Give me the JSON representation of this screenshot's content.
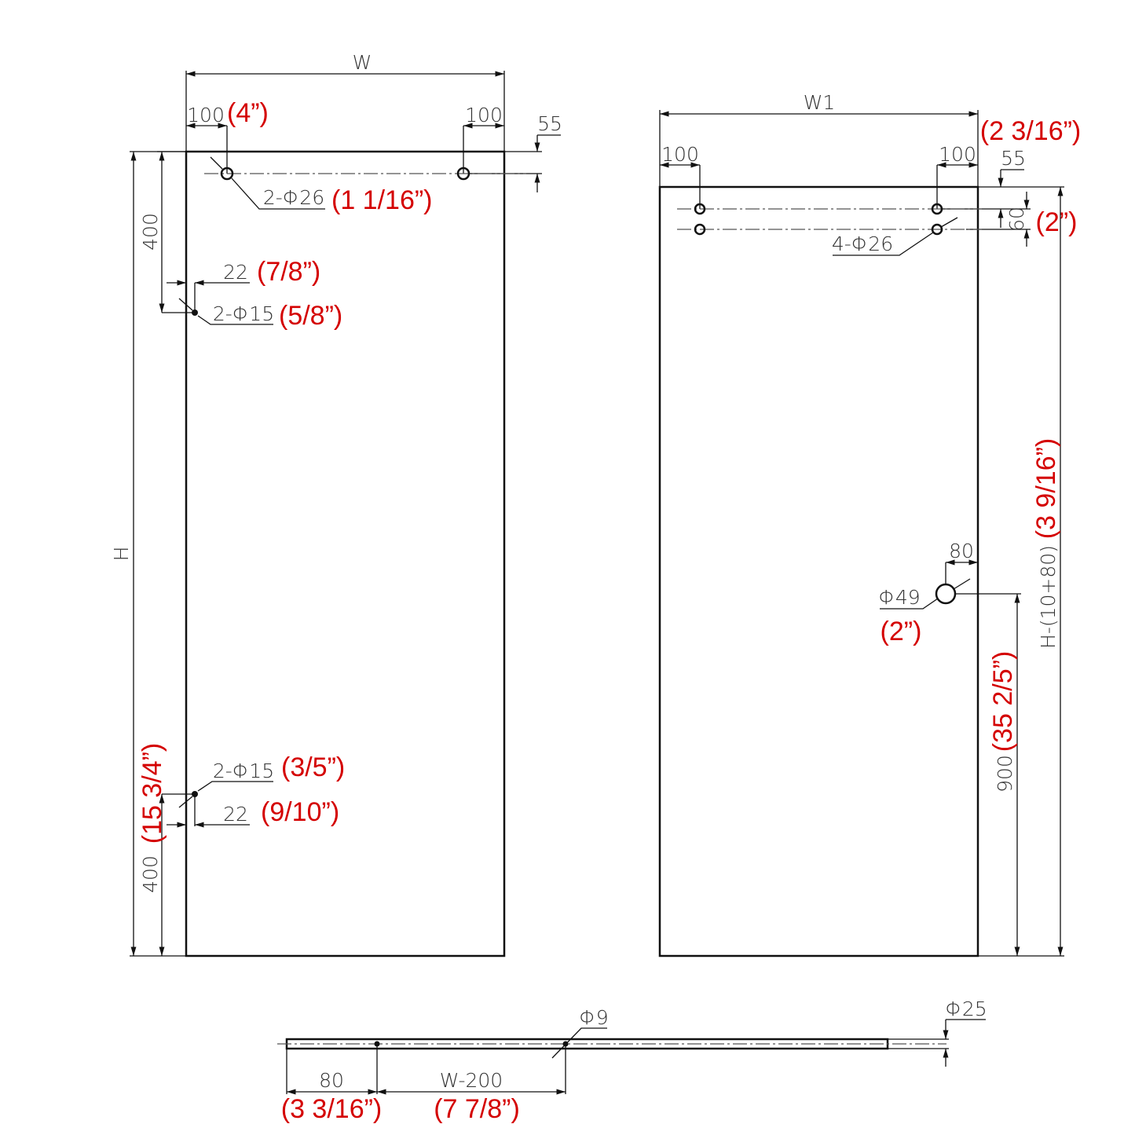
{
  "left_panel": {
    "width_label": "W",
    "height_label": "H",
    "offset_left": "100",
    "offset_left_in": "(4”)",
    "offset_right": "100",
    "top_offset": "55",
    "top_holes": "2-Φ26",
    "top_holes_in": "(1 1/16”)",
    "upper_dist": "400",
    "upper_edge": "22",
    "upper_edge_in": "(7/8”)",
    "upper_small_holes": "2-Φ15",
    "upper_small_holes_in": "(5/8”)",
    "lower_small_holes": "2-Φ15",
    "lower_small_holes_in": "(3/5”)",
    "lower_edge": "22",
    "lower_edge_in": "(9/10”)",
    "lower_dist": "400",
    "lower_dist_in": "(15 3/4”)"
  },
  "right_panel": {
    "width_label": "W1",
    "top_offset_in": "(2 3/16”)",
    "offset_left": "100",
    "offset_right": "100",
    "top_offset": "55",
    "hole_spacing": "60",
    "hole_spacing_in": "(2”)",
    "holes": "4-Φ26",
    "height_label": "H-(10+80)",
    "height_in": "(3 9/16”)",
    "handle_edge": "80",
    "handle_hole": "Φ49",
    "handle_hole_in": "(2”)",
    "handle_height": "900",
    "handle_height_in": "(35 2/5”)"
  },
  "rod": {
    "hole": "Φ9",
    "diameter": "Φ25",
    "start": "80",
    "start_in": "(3 3/16”)",
    "span": "W-200",
    "span_in": "(7 7/8”)"
  }
}
